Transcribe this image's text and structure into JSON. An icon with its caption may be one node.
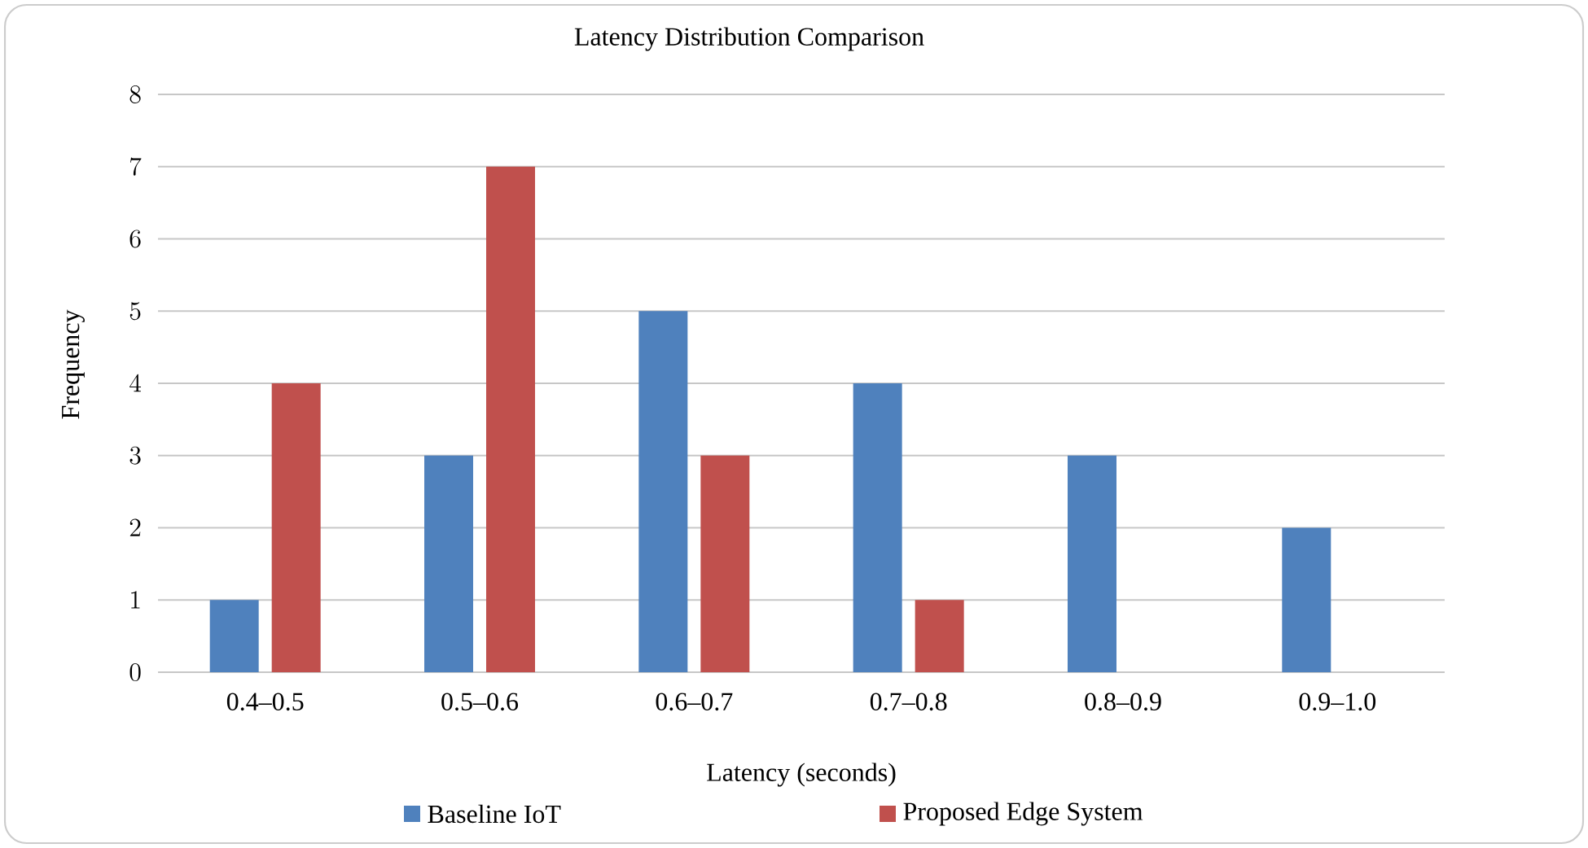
{
  "diagram": {
    "chart_data": {
      "type": "bar",
      "title": "Latency Distribution Comparison",
      "xlabel": "Latency (seconds)",
      "ylabel": "Frequency",
      "categories": [
        "0.4–0.5",
        "0.5–0.6",
        "0.6–0.7",
        "0.7–0.8",
        "0.8–0.9",
        "0.9–1.0"
      ],
      "series": [
        {
          "name": "Baseline IoT",
          "color": "#4f81bd",
          "values": [
            1,
            3,
            5,
            4,
            3,
            2
          ]
        },
        {
          "name": "Proposed Edge System",
          "color": "#c0504d",
          "values": [
            4,
            7,
            3,
            1,
            0,
            0
          ]
        }
      ],
      "grid": true,
      "legend": true,
      "ylim": [
        0,
        8
      ],
      "yticks": [
        0,
        1,
        2,
        3,
        4,
        5,
        6,
        7,
        8
      ]
    }
  }
}
